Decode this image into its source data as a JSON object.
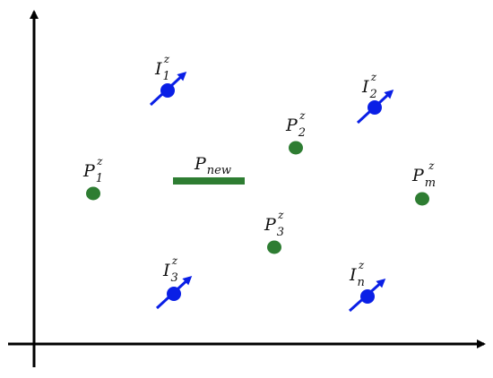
{
  "colors": {
    "axis": "#000000",
    "green": "#2e7d32",
    "blue": "#0a1fe6"
  },
  "icons": {
    "axis_arrowhead": "arrowhead-icon",
    "magnet_arrow": "arrow-up-right-icon"
  },
  "labels": {
    "i1": {
      "base": "I",
      "sub": "1",
      "sup": "z"
    },
    "i2": {
      "base": "I",
      "sub": "2",
      "sup": "z"
    },
    "i3": {
      "base": "I",
      "sub": "3",
      "sup": "z"
    },
    "in": {
      "base": "I",
      "sub": "n",
      "sup": "z"
    },
    "p1": {
      "base": "P",
      "sub": "1",
      "sup": "z"
    },
    "p2": {
      "base": "P",
      "sub": "2",
      "sup": "z"
    },
    "p3": {
      "base": "P",
      "sub": "3",
      "sup": "z"
    },
    "pm": {
      "base": "P",
      "sub": "m",
      "sup": "z"
    },
    "pnew": {
      "base": "P",
      "sub": "new"
    }
  }
}
